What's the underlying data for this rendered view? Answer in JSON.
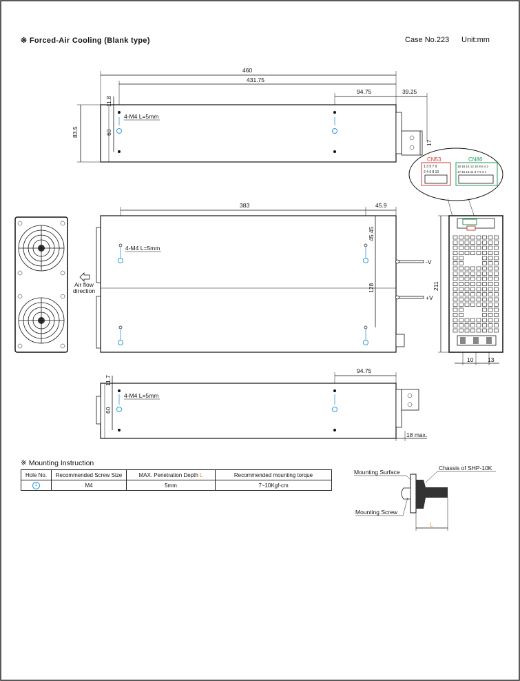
{
  "header": {
    "title": "※ Forced-Air Cooling (Blank type)",
    "case_no": "Case No.223",
    "unit": "Unit:mm"
  },
  "top_view": {
    "dims": {
      "overall": "460",
      "hole_span": "431.75",
      "mid": "94.75",
      "terminal": "39.25",
      "left_offset": "11.8",
      "height": "83.5",
      "hole_pitch": "60",
      "bracket": "17"
    },
    "screw_note": "4-M4 L=5mm"
  },
  "front_view": {
    "dims": {
      "hole_span": "383",
      "right": "45.9",
      "top_offset": "45.45",
      "hole_pitch": "128"
    },
    "screw_note": "4-M4 L=5mm",
    "airflow": [
      "Air flow",
      "direction"
    ],
    "terminal_neg": "-V",
    "terminal_pos": "+V"
  },
  "side_view": {
    "height": "211",
    "dims": {
      "a": "10",
      "b": "13"
    }
  },
  "connectors": {
    "cn53": {
      "label": "CN53",
      "row1": "1  3  5  7  9",
      "row2": "2  4  6  8 10",
      "color": "#d63a3a"
    },
    "cn86": {
      "label": "CN86",
      "row1": "18 16 14 12 10  8  6  4  2",
      "row2": "17 15 13 11  9  7  5  3  1",
      "color": "#1f9e5a"
    }
  },
  "bottom_view": {
    "dims": {
      "left_offset": "11.7",
      "mid": "94.75",
      "hole_pitch": "60",
      "max": "18 max."
    },
    "screw_note": "4-M4 L=5mm"
  },
  "mounting": {
    "title": "※ Mounting Instruction",
    "headers": [
      "Hole No.",
      "Recommended Screw Size",
      "MAX. Penetration Depth L",
      "Recommended mounting torque"
    ],
    "row": {
      "hole": "1",
      "screw": "M4",
      "depth": "5mm",
      "torque": "7~10Kgf-cm"
    }
  },
  "mount_diagram": {
    "surface": "Mounting Surface",
    "chassis": "Chassis of SHP-10K",
    "screw": "Mounting Screw",
    "l": "L"
  },
  "colors": {
    "hole_blue": "#2a9bd6",
    "accent_orange": "#e08a1c"
  }
}
